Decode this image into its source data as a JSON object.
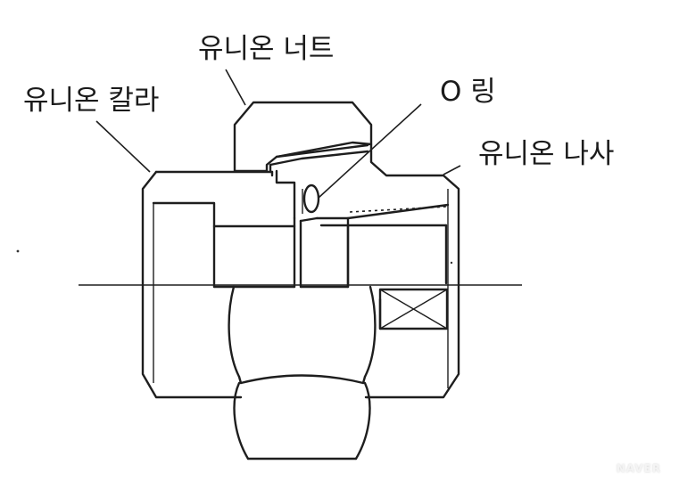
{
  "labels": {
    "union_nut": "유니온 너트",
    "o_ring": "O 링",
    "union_collar": "유니온 칼라",
    "union_thread": "유니온 나사"
  },
  "watermark": "NAVER"
}
